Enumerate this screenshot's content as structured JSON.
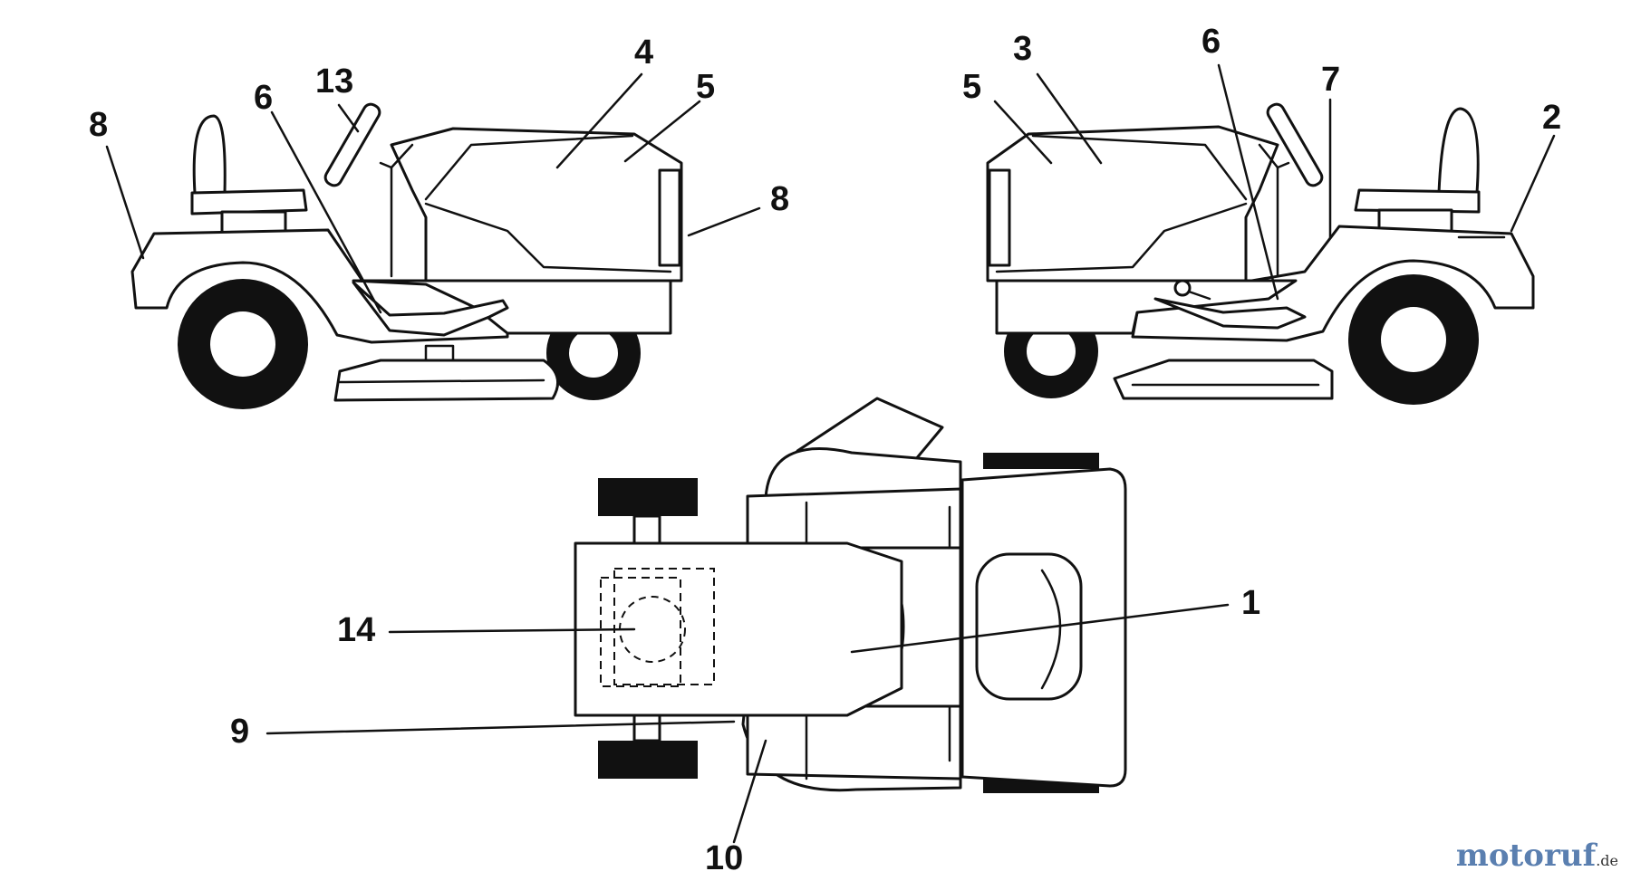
{
  "callouts": {
    "c1": "1",
    "c2": "2",
    "c3": "3",
    "c4": "4",
    "c5_left": "5",
    "c5_right": "5",
    "c6_left": "6",
    "c6_right": "6",
    "c7": "7",
    "c8_rear": "8",
    "c8_front": "8",
    "c9": "9",
    "c10": "10",
    "c13": "13",
    "c14": "14"
  },
  "watermark": {
    "brand": "motoruf",
    "tld": ".de"
  },
  "colors": {
    "ink": "#111111",
    "watermark": "#5a7fb0"
  }
}
